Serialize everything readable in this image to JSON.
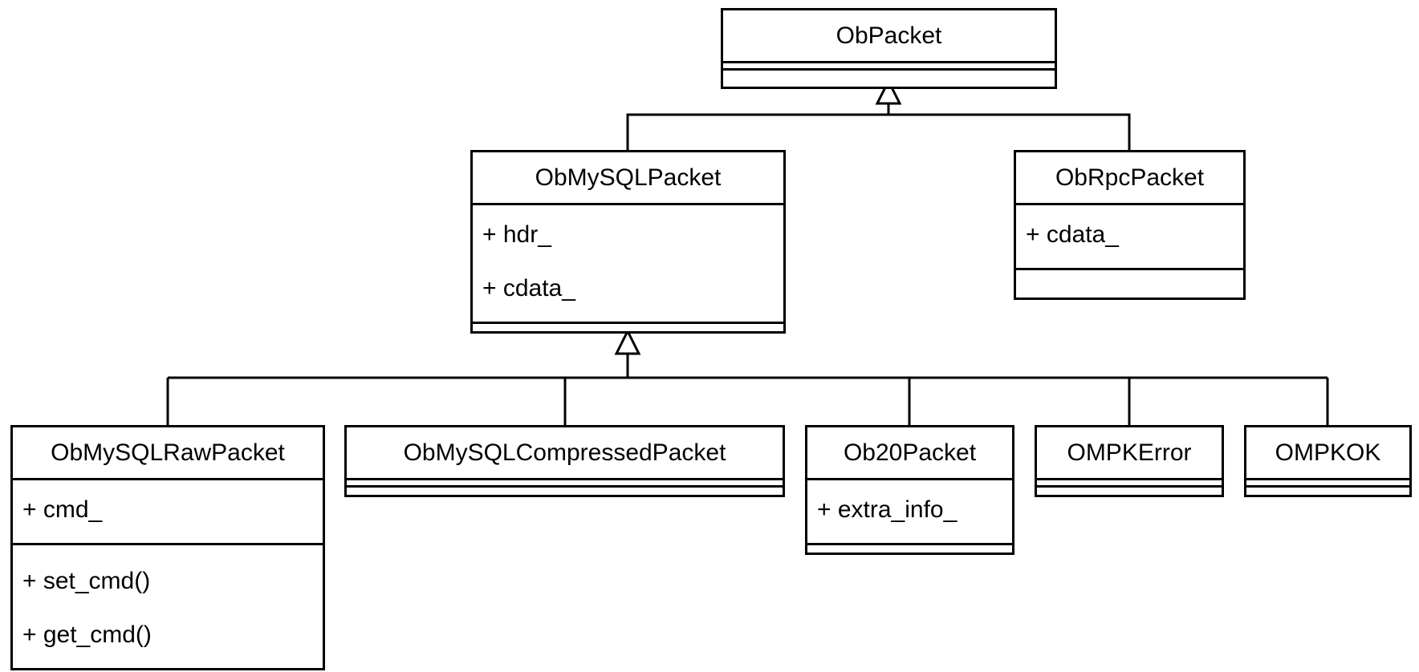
{
  "classes": {
    "ob_packet": {
      "name": "ObPacket"
    },
    "ob_mysql_packet": {
      "name": "ObMySQLPacket",
      "attributes": [
        "+ hdr_",
        "+ cdata_"
      ]
    },
    "ob_rpc_packet": {
      "name": "ObRpcPacket",
      "attributes": [
        "+ cdata_"
      ]
    },
    "ob_mysql_raw_packet": {
      "name": "ObMySQLRawPacket",
      "attributes": [
        "+ cmd_"
      ],
      "operations": [
        "+ set_cmd()",
        "+ get_cmd()"
      ]
    },
    "ob_mysql_compressed_packet": {
      "name": "ObMySQLCompressedPacket"
    },
    "ob20_packet": {
      "name": "Ob20Packet",
      "attributes": [
        "+ extra_info_"
      ]
    },
    "ompk_error": {
      "name": "OMPKError"
    },
    "ompk_ok": {
      "name": "OMPKOK"
    }
  },
  "relations": [
    {
      "type": "generalization",
      "parent": "ObPacket",
      "child": "ObMySQLPacket"
    },
    {
      "type": "generalization",
      "parent": "ObPacket",
      "child": "ObRpcPacket"
    },
    {
      "type": "generalization",
      "parent": "ObMySQLPacket",
      "child": "ObMySQLRawPacket"
    },
    {
      "type": "generalization",
      "parent": "ObMySQLPacket",
      "child": "ObMySQLCompressedPacket"
    },
    {
      "type": "generalization",
      "parent": "ObMySQLPacket",
      "child": "Ob20Packet"
    },
    {
      "type": "generalization",
      "parent": "ObMySQLPacket",
      "child": "OMPKError"
    },
    {
      "type": "generalization",
      "parent": "ObMySQLPacket",
      "child": "OMPKOK"
    }
  ]
}
